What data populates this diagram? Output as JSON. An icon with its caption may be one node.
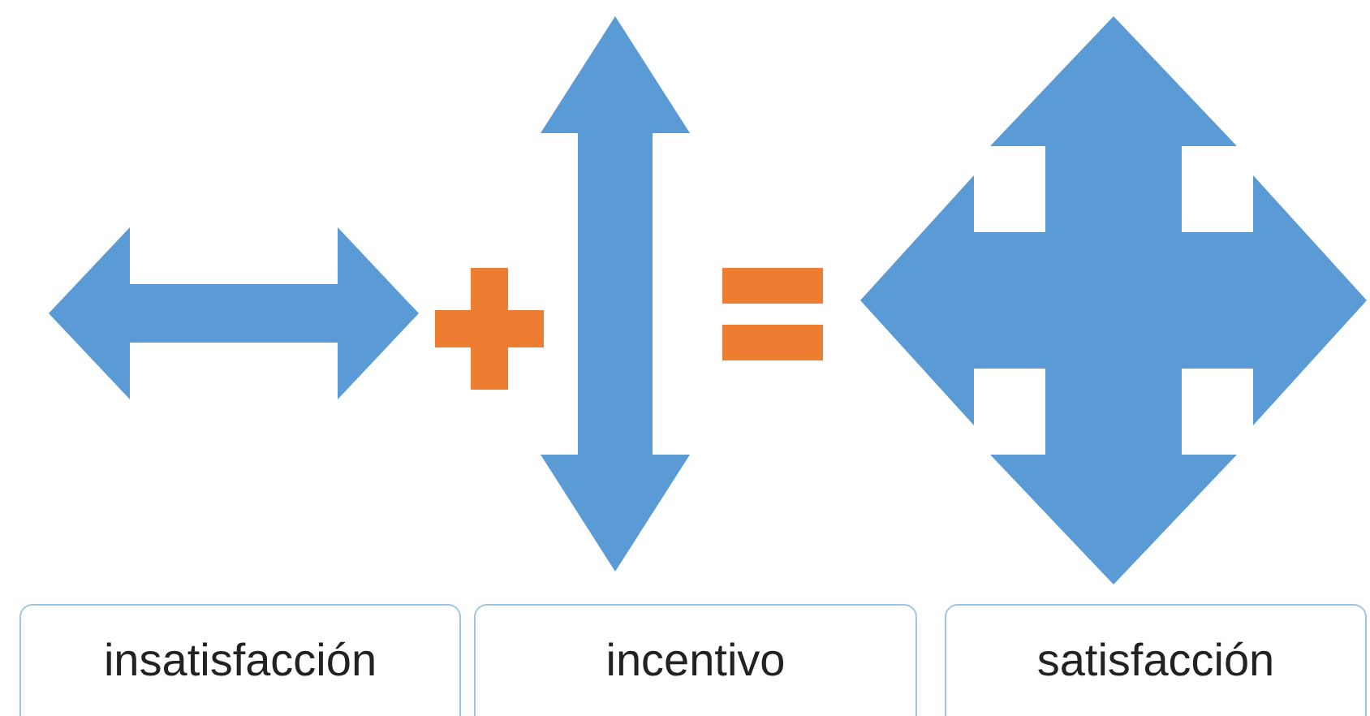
{
  "diagram": {
    "nodes": [
      {
        "text": [
          "insatisfacción"
        ]
      },
      {
        "text": [
          "incentivo"
        ]
      },
      {
        "text": [
          "satisfacción"
        ]
      }
    ]
  }
}
